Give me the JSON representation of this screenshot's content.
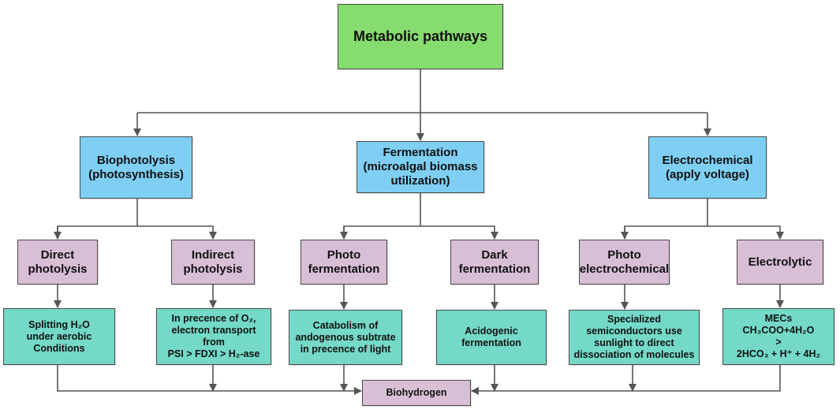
{
  "root": {
    "label": "Metabolic pathways"
  },
  "level1": [
    {
      "label": "Biophotolysis\n(photosynthesis)"
    },
    {
      "label": "Fermentation\n(microalgal biomass\nutilization)"
    },
    {
      "label": "Electrochemical\n(apply voltage)"
    }
  ],
  "level2": [
    {
      "label": "Direct\nphotolysis"
    },
    {
      "label": "Indirect\nphotolysis"
    },
    {
      "label": "Photo\nfermentation"
    },
    {
      "label": "Dark\nfermentation"
    },
    {
      "label": "Photo\nelectrochemical"
    },
    {
      "label": "Electrolytic"
    }
  ],
  "level3": [
    {
      "label": "Splitting H₂O\nunder aerobic\nConditions"
    },
    {
      "label": "In precence of O₂,\nelectron transport\nfrom\nPSI > FDXI > H₂-ase"
    },
    {
      "label": "Catabolism of\nandogenous subtrate\nin precence of light"
    },
    {
      "label": "Acidogenic\nfermentation"
    },
    {
      "label": "Specialized\nsemiconductors use\nsunlight to direct\ndissociation of molecules"
    },
    {
      "label": "MECs\nCH₃COO+4H₂O\n>\n2HCO₃ + H⁺ + 4H₂"
    }
  ],
  "sink": {
    "label": "Biohydrogen"
  },
  "colors": {
    "root": "#86dc6e",
    "level1": "#7ecff3",
    "level2": "#d8bfd5",
    "level3": "#74d9c7",
    "edge": "#555555"
  }
}
